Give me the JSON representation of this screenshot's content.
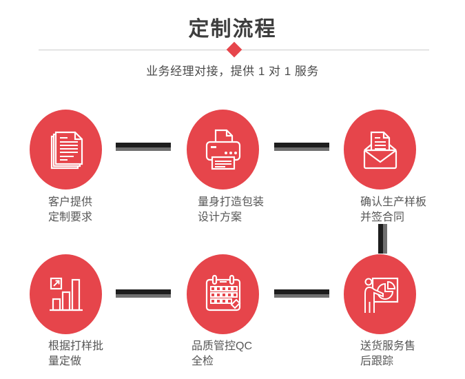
{
  "page": {
    "title": "定制流程",
    "subtitle": "业务经理对接，提供 1 对 1 服务"
  },
  "colors": {
    "accent_red": "#e6454b",
    "title_gray": "#3e3e3e",
    "label_gray": "#565656",
    "connector_dark": "#1d1d1d",
    "connector_gray": "#6f6f6f",
    "divider_gray": "#cccccc",
    "icon_stroke": "#ffffff"
  },
  "steps": [
    {
      "icon": "documents-icon",
      "label_line1": "客户提供",
      "label_line2": "定制要求"
    },
    {
      "icon": "printer-icon",
      "label_line1": "量身打造包装",
      "label_line2": "设计方案"
    },
    {
      "icon": "envelope-icon",
      "label_line1": "确认生产样板",
      "label_line2": "并签合同"
    },
    {
      "icon": "bar-chart-icon",
      "label_line1": "根据打样批",
      "label_line2": "量定做"
    },
    {
      "icon": "calendar-icon",
      "label_line1": "品质管控QC",
      "label_line2": "全检"
    },
    {
      "icon": "presentation-icon",
      "label_line1": "送货服务售",
      "label_line2": "后跟踪"
    }
  ]
}
